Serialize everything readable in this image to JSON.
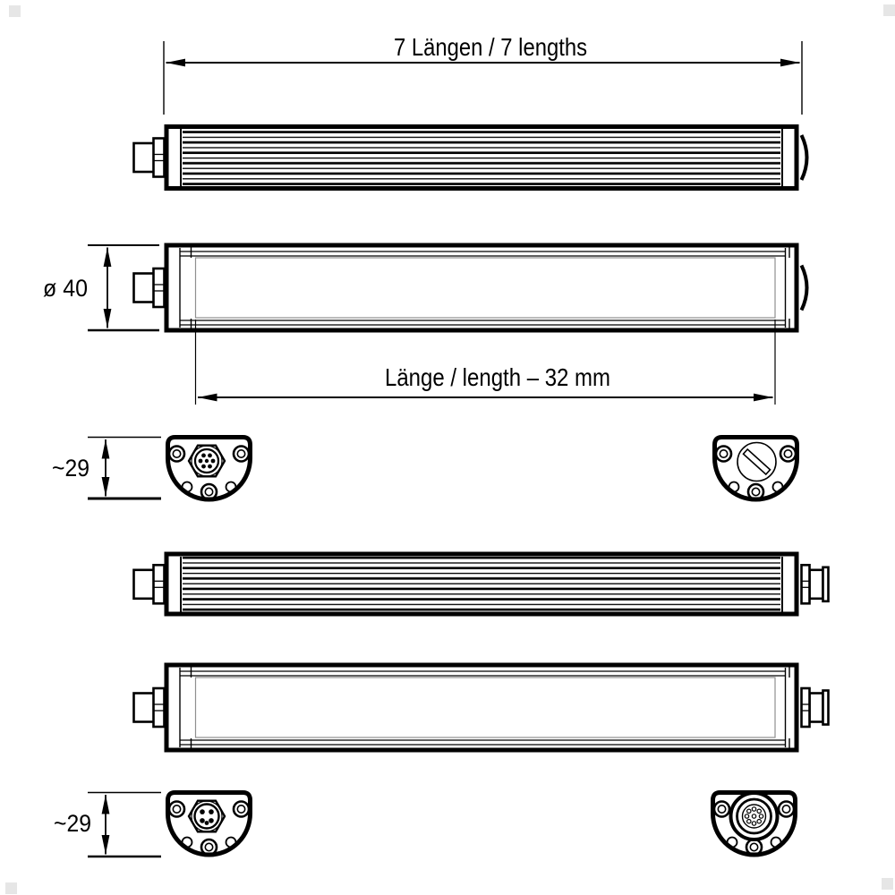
{
  "colors": {
    "ink": "#000000",
    "paper": "#ffffff",
    "corner_mark": "#e6e6e6",
    "window_line": "#8f8f8f"
  },
  "dimensions": {
    "overall_length": "7 Längen / 7 lengths",
    "diameter": "ø 40",
    "emitting_length": "Länge / length – 32 mm",
    "end_height_top": "~29",
    "end_height_bottom": "~29"
  }
}
